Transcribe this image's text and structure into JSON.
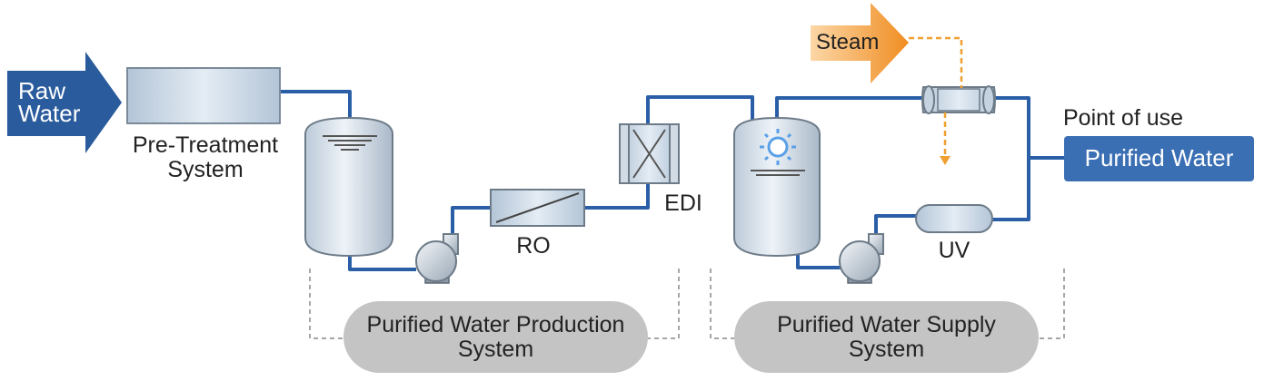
{
  "labels": {
    "raw_water_line1": "Raw",
    "raw_water_line2": "Water",
    "pretreatment_line1": "Pre-Treatment",
    "pretreatment_line2": "System",
    "ro": "RO",
    "edi": "EDI",
    "steam": "Steam",
    "point_of_use": "Point of use",
    "purified_water": "Purified Water",
    "uv": "UV",
    "production_line1": "Purified Water Production",
    "production_line2": "System",
    "supply_line1": "Purified Water Supply",
    "supply_line2": "System"
  },
  "colors": {
    "pipe": "#2a5fa8",
    "raw_water_arrow": "#2a5b9c",
    "steam_arrow": "#f39a3a",
    "steam_line": "#f0a030",
    "purified_water_box": "#3b6fb4",
    "section_pill": "#c4c4c4"
  }
}
